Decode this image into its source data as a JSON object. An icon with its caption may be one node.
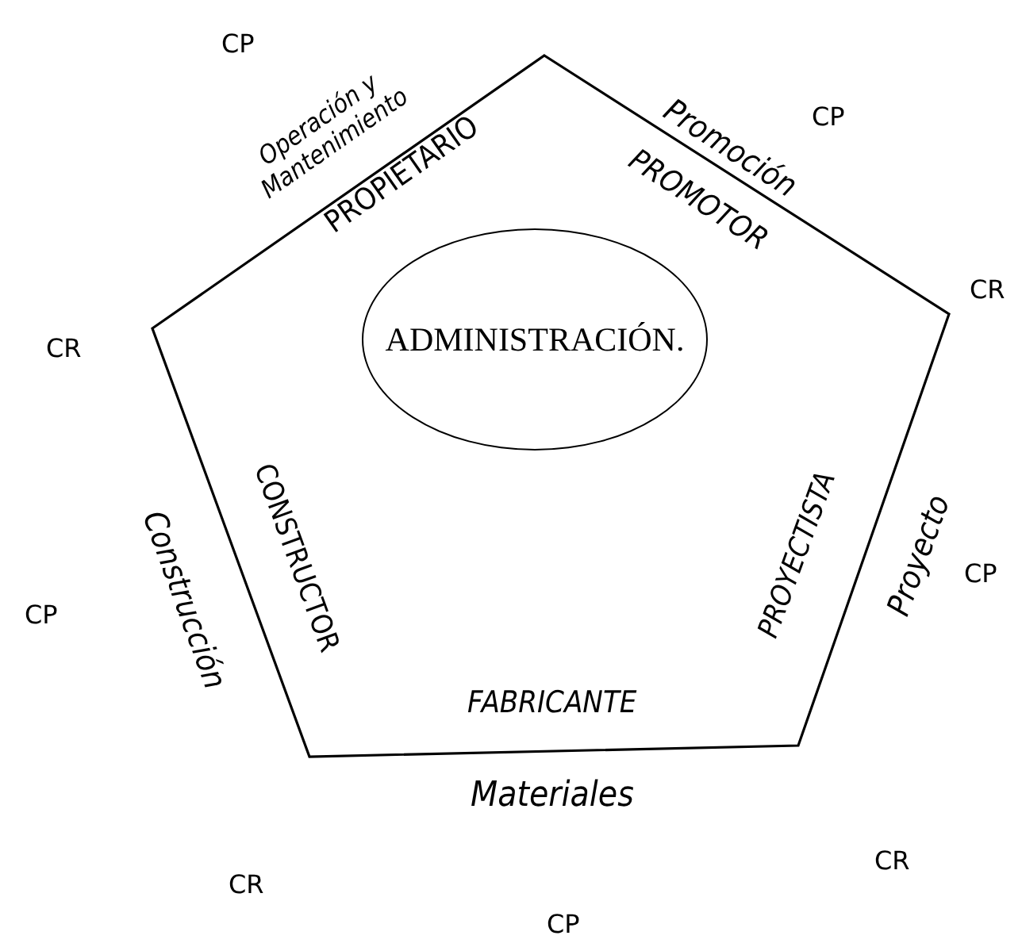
{
  "diagram": {
    "nodes": [
      {
        "text": [
          "PROPIETARIO",
          "PROMOTOR",
          "PROYECTISTA",
          "FABRICANTE",
          "CONSTRUCTOR"
        ]
      },
      {
        "text": [
          "ADMINISTRACIÓN."
        ],
        "in": 0
      }
    ],
    "edges": [],
    "labels": [
      "CP",
      "Operación y Mantenimiento",
      "Promoción",
      "CP",
      "CR",
      "CR",
      "Construcción",
      "CP",
      "Proyecto",
      "CP",
      "Materiales",
      "CR",
      "CR",
      "CP"
    ]
  }
}
